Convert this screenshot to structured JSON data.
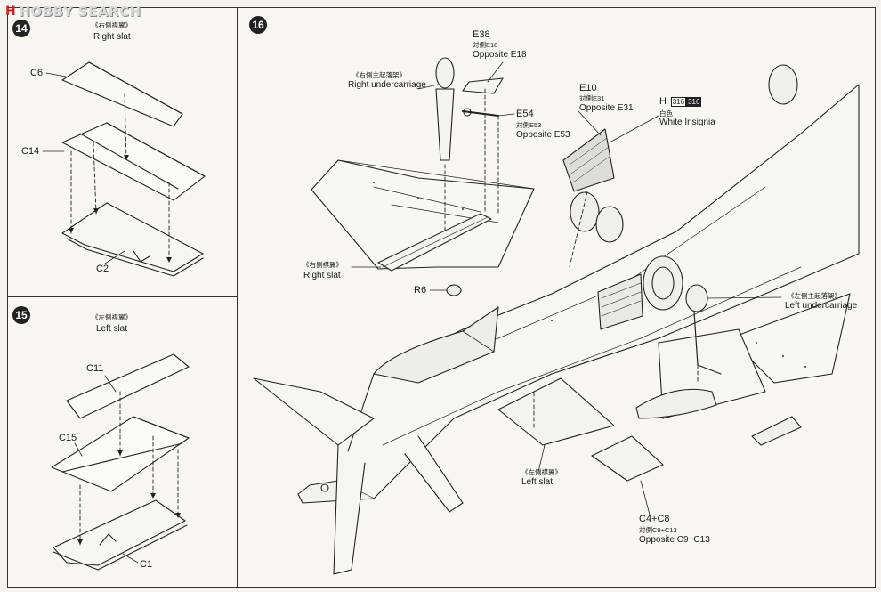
{
  "watermark": {
    "text": "HOBBY SEARCH",
    "mark": "H"
  },
  "steps": [
    {
      "number": "14",
      "cn": "《右側襟翼》",
      "title": "Right slat",
      "parts": [
        "C6",
        "C14",
        "C2"
      ]
    },
    {
      "number": "15",
      "cn": "《左側襟翼》",
      "title": "Left slat",
      "parts": [
        "C11",
        "C15",
        "C1"
      ]
    },
    {
      "number": "16"
    }
  ],
  "callouts": {
    "e38": {
      "part": "E38",
      "cn": "対側E18",
      "en": "Opposite E18"
    },
    "right_uc": {
      "cn": "《右側主起落架》",
      "en": "Right undercarriage"
    },
    "e54": {
      "part": "E54",
      "cn": "対側E53",
      "en": "Opposite E53"
    },
    "e10": {
      "part": "E10",
      "cn": "対側E31",
      "en": "Opposite E31"
    },
    "h": {
      "part": "H",
      "code1": "316",
      "code2": "316",
      "cn": "白色",
      "en": "White Insignia"
    },
    "right_slat": {
      "cn": "《右側襟翼》",
      "en": "Right slat"
    },
    "r6": {
      "part": "R6"
    },
    "left_uc": {
      "cn": "《左側主起落架》",
      "en": "Left undercarriage"
    },
    "left_slat": {
      "cn": "《左側襟翼》",
      "en": "Left slat"
    },
    "c4": {
      "part": "C4+C8",
      "cn": "対側C9+C13",
      "en": "Opposite C9+C13"
    }
  }
}
